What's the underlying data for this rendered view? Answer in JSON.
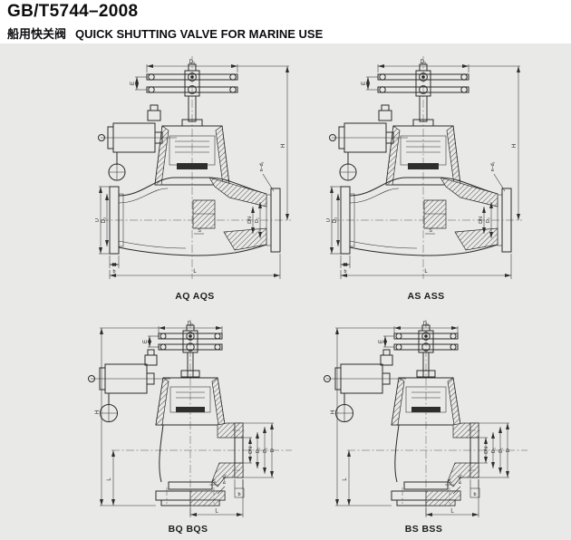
{
  "header": {
    "standard": "GB/T5744–2008",
    "title_cn": "船用快关阀",
    "title_en": "QUICK SHUTTING VALVE FOR MARINE USE"
  },
  "diagrams": [
    {
      "caption": "AQ AQS",
      "type": "straight"
    },
    {
      "caption": "AS ASS",
      "type": "straight"
    },
    {
      "caption": "BQ BQS",
      "type": "angle"
    },
    {
      "caption": "BS BSS",
      "type": "angle"
    }
  ],
  "dims": {
    "d0": "D₀",
    "e": "E",
    "h": "H",
    "d": "D",
    "d1": "D₁",
    "d2": "D₂",
    "dn": "DN",
    "n_d1": "n–d₁",
    "b": "b",
    "l": "L",
    "s": "S"
  },
  "colors": {
    "panel_bg": "#e9e9e8",
    "line": "#2b2b2b",
    "text": "#111111"
  }
}
